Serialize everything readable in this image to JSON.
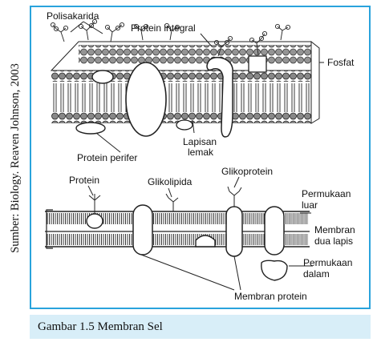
{
  "source": "Sumber: Biology. Reaven Johnson, 2003",
  "caption": "Gambar 1.5  Membran Sel",
  "top_diagram": {
    "labels": {
      "polisakarida": "Polisakarida",
      "protein_integral": "Protein integral",
      "fosfat": "Fosfat",
      "lapisan_lemak_1": "Lapisan",
      "lapisan_lemak_2": "lemak",
      "protein_perifer": "Protein perifer"
    }
  },
  "bottom_diagram": {
    "labels": {
      "protein": "Protein",
      "glikolipida": "Glikolipida",
      "glikoprotein": "Glikoprotein",
      "permukaan_luar_1": "Permukaan",
      "permukaan_luar_2": "luar",
      "membran_1": "Membran",
      "membran_2": "dua lapis",
      "permukaan_dalam_1": "Permukaan",
      "permukaan_dalam_2": "dalam",
      "membran_protein": "Membran protein"
    }
  }
}
